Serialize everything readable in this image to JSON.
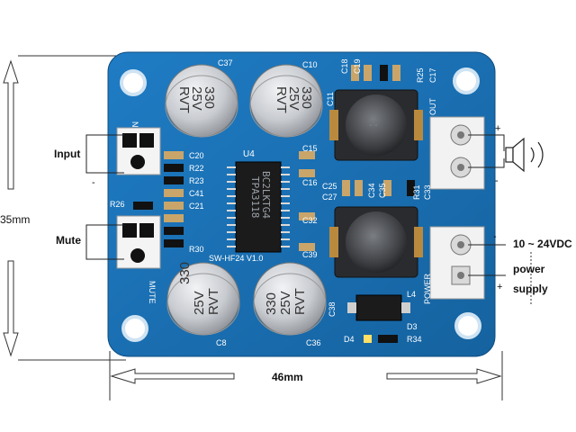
{
  "annotations": {
    "height_label": "35mm",
    "width_label": "46mm",
    "input_label": "Input",
    "mute_label": "Mute",
    "voltage_label": "10 ~ 24VDC",
    "power_label": "power",
    "supply_label": "supply",
    "plus_sign": "+",
    "minus_sign": "-"
  },
  "silkscreen": {
    "cap_top_left": [
      "330",
      "25V",
      "RVT"
    ],
    "cap_top_right": [
      "330",
      "25V",
      "RVT"
    ],
    "cap_bottom_left": [
      "330",
      "25V",
      "RVT"
    ],
    "cap_bottom_right": [
      "330",
      "25V",
      "RVT"
    ],
    "chip_line1": "BC2LKTG4",
    "chip_line2": "TPA3118",
    "board_name": "SW-HF24 V1.0",
    "mute_text": "MUTE",
    "power_text": "POWER",
    "out_text": "OUT",
    "n_text": "N",
    "u4": "U4",
    "refs": {
      "c37": "C37",
      "c10": "C10",
      "c18": "C18",
      "c19": "C19",
      "r25": "R25",
      "c17": "C17",
      "c11": "C11",
      "c20": "C20",
      "r22": "R22",
      "r23": "R23",
      "c41": "C41",
      "c21": "C21",
      "c15": "C15",
      "c16": "C16",
      "c25": "C25",
      "c27": "C27",
      "c34": "C34",
      "c35": "C35",
      "r31": "R31",
      "c33": "C33",
      "r26": "R26",
      "c32": "C32",
      "c39": "C39",
      "r30": "R30",
      "c8": "C8",
      "c36": "C36",
      "c38": "C38",
      "d3": "D3",
      "d4": "D4",
      "r34": "R34",
      "l4": "L4"
    }
  },
  "colors": {
    "board": "#1a6fb3",
    "board_dark": "#145a94",
    "hole": "#ffffff",
    "capacitor": "#b9bcc2"
  }
}
